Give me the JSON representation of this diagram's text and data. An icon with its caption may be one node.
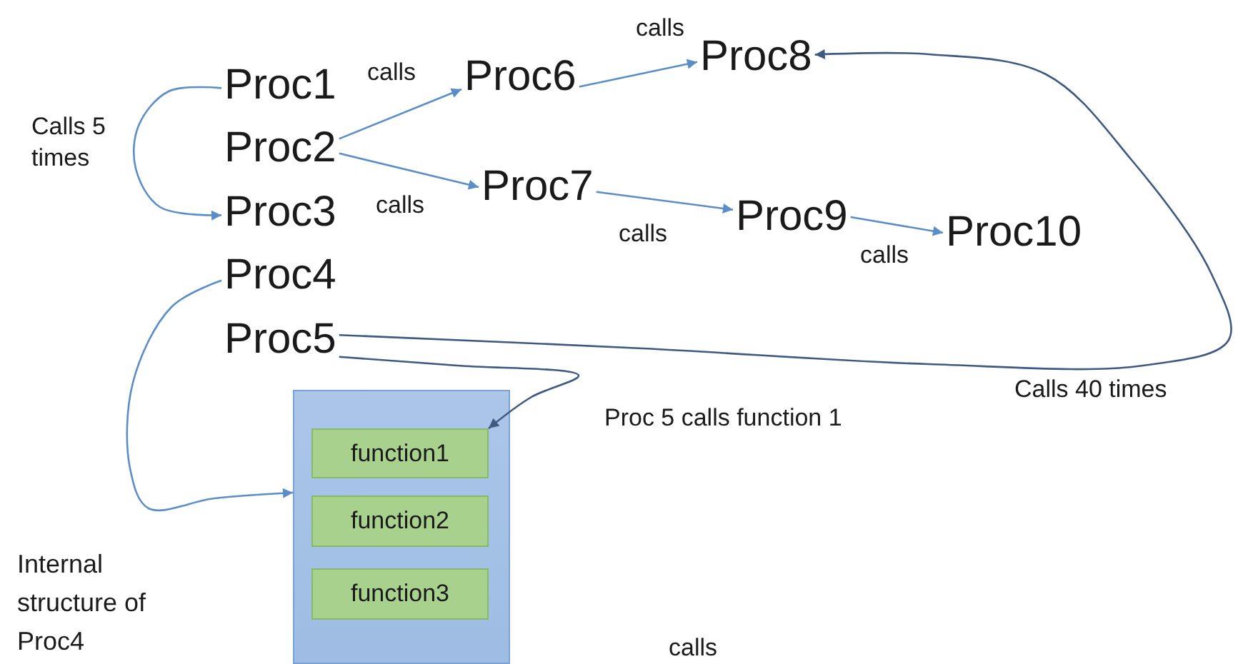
{
  "diagram": {
    "nodes": [
      {
        "text": [
          "Proc1"
        ]
      },
      {
        "text": [
          "Proc2"
        ]
      },
      {
        "text": [
          "Proc3"
        ]
      },
      {
        "text": [
          "Proc4"
        ]
      },
      {
        "text": [
          "Proc5"
        ]
      },
      {
        "text": [
          "Proc6"
        ]
      },
      {
        "text": [
          "Proc7"
        ]
      },
      {
        "text": [
          "Proc8"
        ]
      },
      {
        "text": [
          "Proc9"
        ]
      },
      {
        "text": [
          "Proc10"
        ]
      },
      {
        "text": [],
        "shape": "box"
      },
      {
        "text": [
          "function1"
        ],
        "in": 10
      },
      {
        "text": [
          "function2"
        ],
        "in": 10
      },
      {
        "text": [
          "function3"
        ],
        "in": 10
      }
    ],
    "edges": [
      {
        "from": 0,
        "to": 2,
        "arrow": "to",
        "label": "Calls 5 times"
      },
      {
        "from": 1,
        "to": 5,
        "arrow": "to",
        "label": "calls"
      },
      {
        "from": 1,
        "to": 6,
        "arrow": "to",
        "label": "calls"
      },
      {
        "from": 5,
        "to": 7,
        "arrow": "to",
        "label": "calls"
      },
      {
        "from": 6,
        "to": 8,
        "arrow": "to",
        "label": "calls"
      },
      {
        "from": 8,
        "to": 9,
        "arrow": "to",
        "label": "calls"
      },
      {
        "from": 4,
        "to": 7,
        "arrow": "to",
        "label": "Calls 40 times",
        "color": "#3f5a80"
      },
      {
        "from": 4,
        "to": 11,
        "arrow": "to",
        "label": "Proc 5 calls function 1",
        "color": "#3f5a80"
      },
      {
        "from": 3,
        "to": 10,
        "arrow": "to"
      }
    ],
    "labels": [
      "Internal structure of Proc4",
      "calls"
    ]
  }
}
